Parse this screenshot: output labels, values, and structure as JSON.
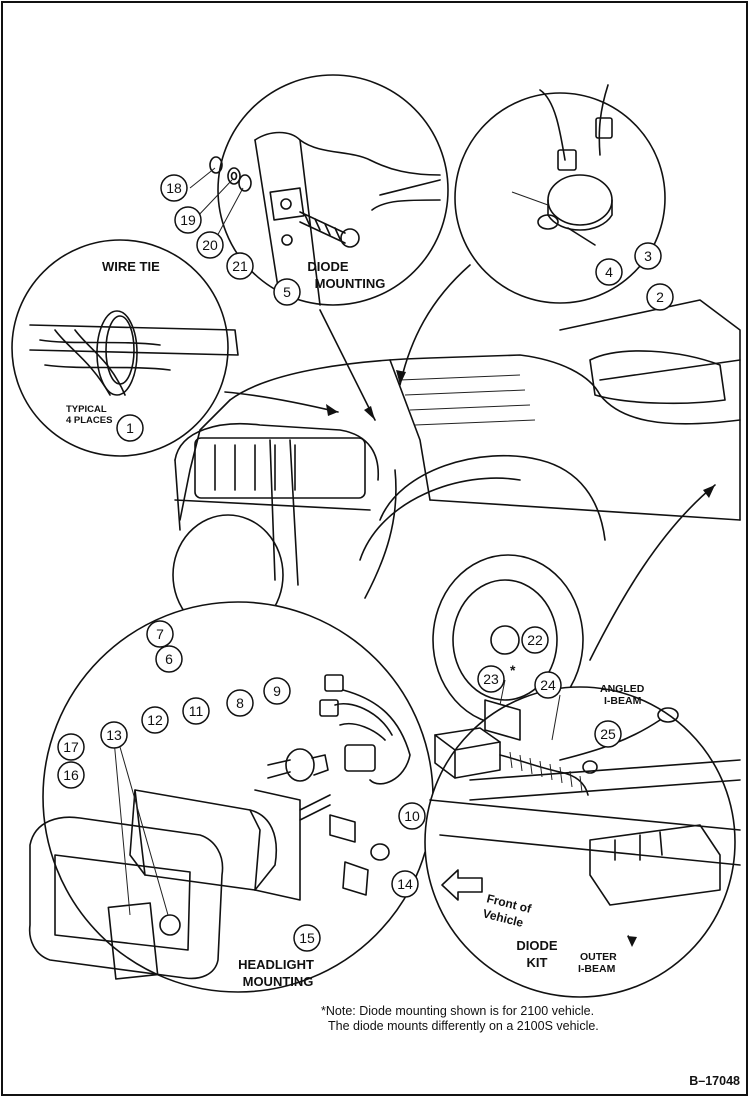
{
  "drawing_id": "B–17048",
  "note": {
    "line1": "*Note: Diode mounting shown is for 2100 vehicle.",
    "line2": "The diode mounts differently on a 2100S vehicle."
  },
  "labels": {
    "wire_tie": "WIRE TIE",
    "typical_line1": "TYPICAL",
    "typical_line2": "4 PLACES",
    "diode_mounting_line1": "DIODE",
    "diode_mounting_line2": "MOUNTING",
    "headlight_line1": "HEADLIGHT",
    "headlight_line2": "MOUNTING",
    "diode_kit_line1": "DIODE",
    "diode_kit_line2": "KIT",
    "angled_line1": "ANGLED",
    "angled_line2": "I-BEAM",
    "outer_line1": "OUTER",
    "outer_line2": "I-BEAM",
    "front_line1": "Front of",
    "front_line2": "Vehicle",
    "asterisk": "*"
  },
  "callouts": [
    "1",
    "2",
    "3",
    "4",
    "5",
    "6",
    "7",
    "8",
    "9",
    "10",
    "11",
    "12",
    "13",
    "14",
    "15",
    "16",
    "17",
    "18",
    "19",
    "20",
    "21",
    "22",
    "23",
    "24",
    "25"
  ]
}
